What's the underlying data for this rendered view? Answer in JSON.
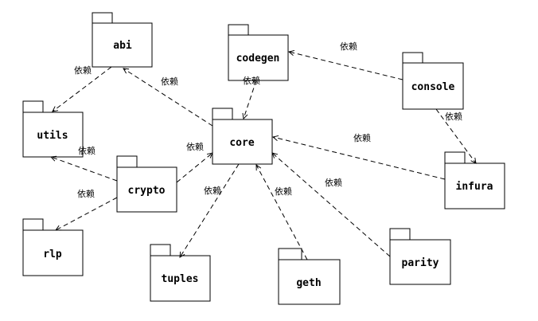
{
  "packages": {
    "abi": "abi",
    "codegen": "codegen",
    "console": "console",
    "utils": "utils",
    "core": "core",
    "crypto": "crypto",
    "infura": "infura",
    "rlp": "rlp",
    "tuples": "tuples",
    "geth": "geth",
    "parity": "parity"
  },
  "dependencies": [
    {
      "from": "abi",
      "to": "utils",
      "label": "依赖"
    },
    {
      "from": "core",
      "to": "abi",
      "label": "依赖"
    },
    {
      "from": "codegen",
      "to": "core",
      "label": "依赖"
    },
    {
      "from": "console",
      "to": "codegen",
      "label": "依赖"
    },
    {
      "from": "console",
      "to": "infura",
      "label": "依赖"
    },
    {
      "from": "crypto",
      "to": "core",
      "label": "依赖"
    },
    {
      "from": "crypto",
      "to": "utils",
      "label": "依赖"
    },
    {
      "from": "crypto",
      "to": "rlp",
      "label": "依赖"
    },
    {
      "from": "infura",
      "to": "core",
      "label": "依赖"
    },
    {
      "from": "core",
      "to": "tuples",
      "label": "依赖"
    },
    {
      "from": "geth",
      "to": "core",
      "label": "依赖"
    },
    {
      "from": "parity",
      "to": "core",
      "label": "依赖"
    }
  ]
}
